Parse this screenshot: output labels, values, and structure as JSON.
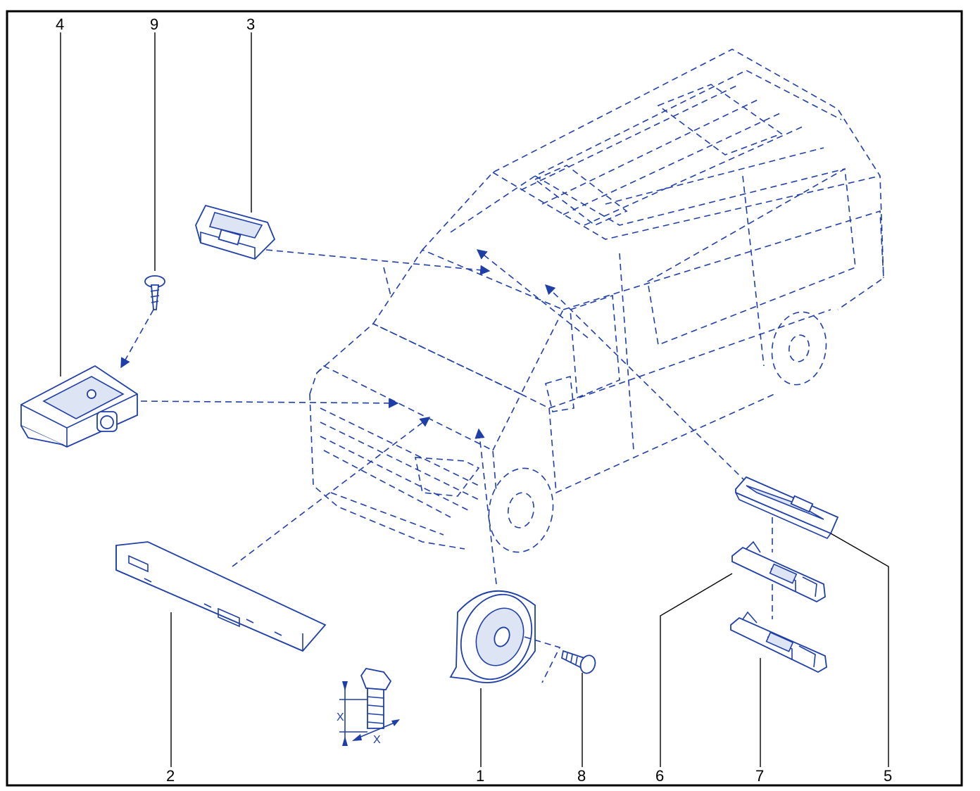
{
  "diagram": {
    "callouts": [
      {
        "id": "c4",
        "label": "4"
      },
      {
        "id": "c9",
        "label": "9"
      },
      {
        "id": "c3",
        "label": "3"
      },
      {
        "id": "c2",
        "label": "2"
      },
      {
        "id": "c1",
        "label": "1"
      },
      {
        "id": "c8",
        "label": "8"
      },
      {
        "id": "c6",
        "label": "6"
      },
      {
        "id": "c7",
        "label": "7"
      },
      {
        "id": "c5",
        "label": "5"
      }
    ],
    "dimension_labels": [
      "X",
      "X"
    ],
    "colors": {
      "line": "#1f3fa8",
      "frame": "#000000",
      "shade": "#dde4f4"
    }
  }
}
